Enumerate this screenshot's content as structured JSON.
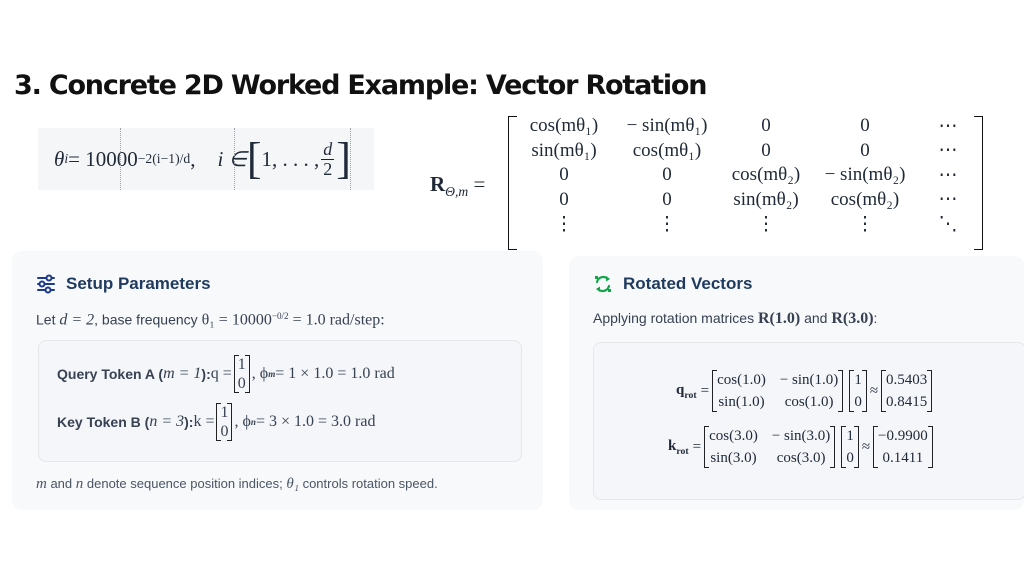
{
  "title": "3. Concrete 2D Worked Example: Vector Rotation",
  "theta_formula": {
    "lhs": "θ",
    "lhs_sub": "i",
    "eq": " = 10000",
    "exp": "−2(i−1)/d",
    "comma": ",",
    "i_in": "i ∈",
    "range_start": "1, . . . ,",
    "frac_num": "d",
    "frac_den": "2"
  },
  "rotation_matrix": {
    "label": "R",
    "label_sub": "Θ,m",
    "eq": " =",
    "rows": [
      [
        "cos(mθ₁)",
        "− sin(mθ₁)",
        "0",
        "0",
        "⋯"
      ],
      [
        "sin(mθ₁)",
        "cos(mθ₁)",
        "0",
        "0",
        "⋯"
      ],
      [
        "0",
        "0",
        "cos(mθ₂)",
        "− sin(mθ₂)",
        "⋯"
      ],
      [
        "0",
        "0",
        "sin(mθ₂)",
        "cos(mθ₂)",
        "⋯"
      ],
      [
        "⋮",
        "⋮",
        "⋮",
        "⋮",
        "⋱"
      ]
    ]
  },
  "setup": {
    "heading": "Setup Parameters",
    "intro_a": "Let ",
    "intro_math1": "d = 2",
    "intro_b": ", base frequency ",
    "intro_math2": "θ₁ = 10000",
    "intro_exp": "−0/2",
    "intro_math3": " = 1.0 rad/step:",
    "query": {
      "label": "Query Token A (",
      "idx": "m = 1",
      "mid": "): ",
      "var": "q =",
      "v1": "1",
      "v2": "0",
      "phi": ", ϕ",
      "phi_sub": "m",
      "rhs": " = 1 × 1.0 = 1.0 rad"
    },
    "key": {
      "label": "Key Token B (",
      "idx": "n = 3",
      "mid": "): ",
      "var": "k =",
      "v1": "1",
      "v2": "0",
      "phi": ", ϕ",
      "phi_sub": "n",
      "rhs": " = 3 × 1.0 = 3.0 rad"
    },
    "note_m": "m",
    "note_a": " and ",
    "note_n": "n",
    "note_b": " denote sequence position indices; ",
    "note_theta": "θ₁",
    "note_c": " controls rotation speed."
  },
  "rotated": {
    "heading": "Rotated Vectors",
    "intro_a": "Applying rotation matrices ",
    "intro_r1": "R(1.0)",
    "intro_b": " and ",
    "intro_r2": "R(3.0)",
    "intro_c": ":",
    "q": {
      "lhs": "q",
      "lhs_sub": "rot",
      "eq": "=",
      "m": [
        "cos(1.0)",
        "− sin(1.0)",
        "sin(1.0)",
        "cos(1.0)"
      ],
      "v": [
        "1",
        "0"
      ],
      "approx": "≈",
      "r": [
        "0.5403",
        "0.8415"
      ]
    },
    "k": {
      "lhs": "k",
      "lhs_sub": "rot",
      "eq": "=",
      "m": [
        "cos(3.0)",
        "− sin(3.0)",
        "sin(3.0)",
        "cos(3.0)"
      ],
      "v": [
        "1",
        "0"
      ],
      "approx": "≈",
      "r": [
        "−0.9900",
        "0.1411"
      ]
    }
  },
  "colors": {
    "heading": "#1f3a5f",
    "setup_icon": "#1e3a8a",
    "rotate_icon": "#16a34a"
  },
  "icons": {
    "setup": "sliders-icon",
    "rotated": "rotate-arrows-icon"
  }
}
